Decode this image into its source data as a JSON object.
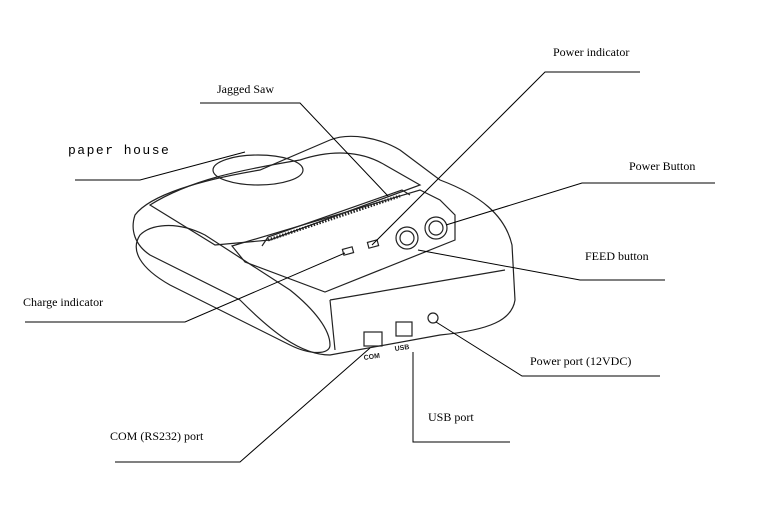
{
  "diagram": {
    "labels": {
      "power_indicator": "Power indicator",
      "jagged_saw": "Jagged Saw",
      "paper_house": "paper house",
      "power_button": "Power Button",
      "feed_button": "FEED button",
      "charge_indicator": "Charge indicator",
      "power_port": "Power port (12VDC)",
      "usb_port": "USB port",
      "com_port": "COM (RS232) port"
    },
    "device_markings": {
      "com": "COM",
      "usb": "USB"
    }
  }
}
